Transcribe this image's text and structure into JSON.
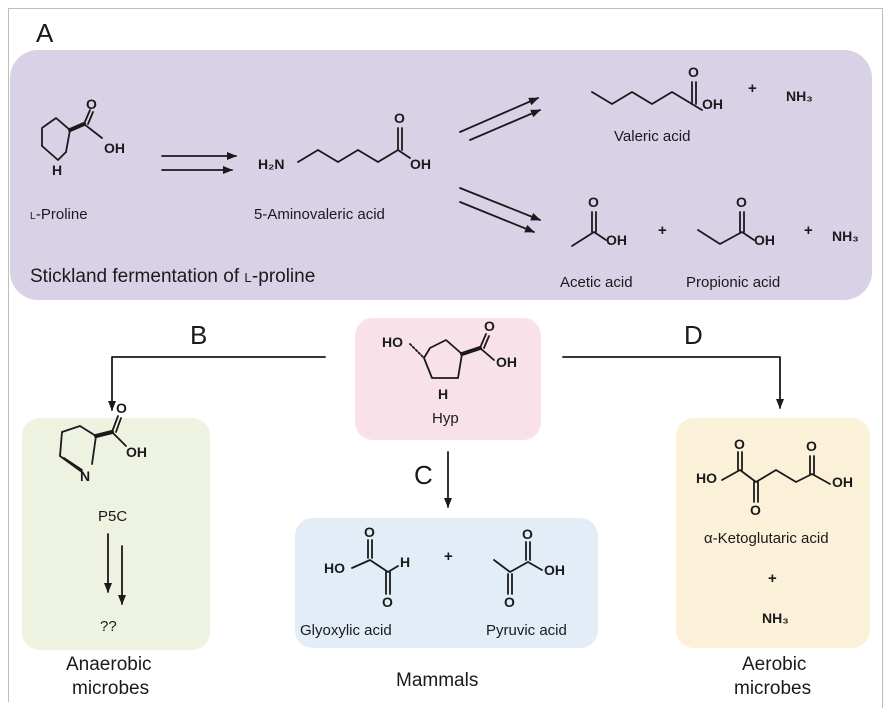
{
  "panels": {
    "a": {
      "letter": "A",
      "title_prefix": "Stickland fermentation of ",
      "title_smallcaps": "L",
      "title_suffix": "-proline",
      "compounds": {
        "proline_prefix": "L",
        "proline_suffix": "-Proline",
        "aminovaleric": "5-Aminovaleric acid",
        "valeric": "Valeric acid",
        "acetic": "Acetic acid",
        "propionic": "Propionic acid"
      },
      "atoms": {
        "h": "H",
        "oh": "OH",
        "o": "O",
        "h2n": "H₂N",
        "nh3": "NH₃",
        "plus": "+"
      }
    },
    "b": {
      "letter": "B",
      "compound": "P5C",
      "product": "??",
      "organism_line1": "Anaerobic",
      "organism_line2": "microbes"
    },
    "c": {
      "letter": "C",
      "glyoxylic": "Glyoxylic acid",
      "pyruvic": "Pyruvic acid",
      "organism": "Mammals"
    },
    "d": {
      "letter": "D",
      "ketoglutaric": "α-Ketoglutaric acid",
      "plus": "+",
      "nh3": "NH₃",
      "organism_line1": "Aerobic",
      "organism_line2": "microbes"
    },
    "center": {
      "compound": "Hyp",
      "ho": "HO",
      "oh": "OH",
      "o": "O",
      "h": "H"
    }
  },
  "colors": {
    "panel_a": "#d9d1e6",
    "panel_hyp": "#f8e1e8",
    "panel_b": "#eef3e1",
    "panel_c": "#e3edf7",
    "panel_d": "#fbf1d9"
  }
}
